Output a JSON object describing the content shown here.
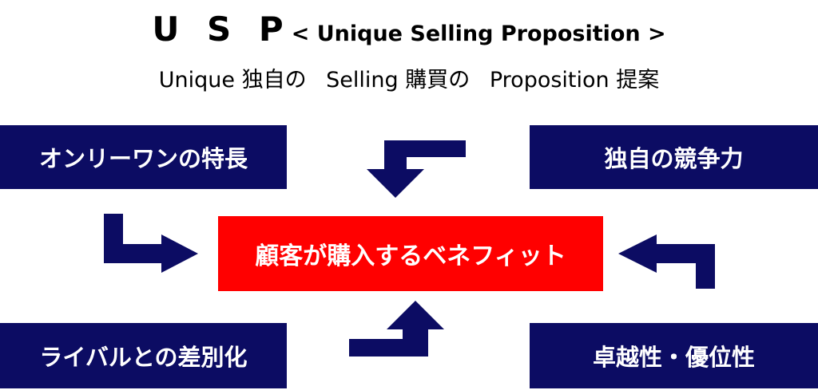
{
  "title": {
    "main": "U S P",
    "expansion": "< Unique Selling Proposition >"
  },
  "subtitle": {
    "parts": [
      "Unique  独自の",
      "Selling 購買の",
      "Proposition 提案"
    ]
  },
  "boxes": {
    "top_left": "オンリーワンの特長",
    "top_right": "独自の競争力",
    "bottom_left": "ライバルとの差別化",
    "bottom_right": "卓越性・優位性",
    "center": "顧客が購入するベネフィット"
  },
  "colors": {
    "navy": "#0c0c63",
    "red": "#ff0000",
    "text": "#000000"
  }
}
